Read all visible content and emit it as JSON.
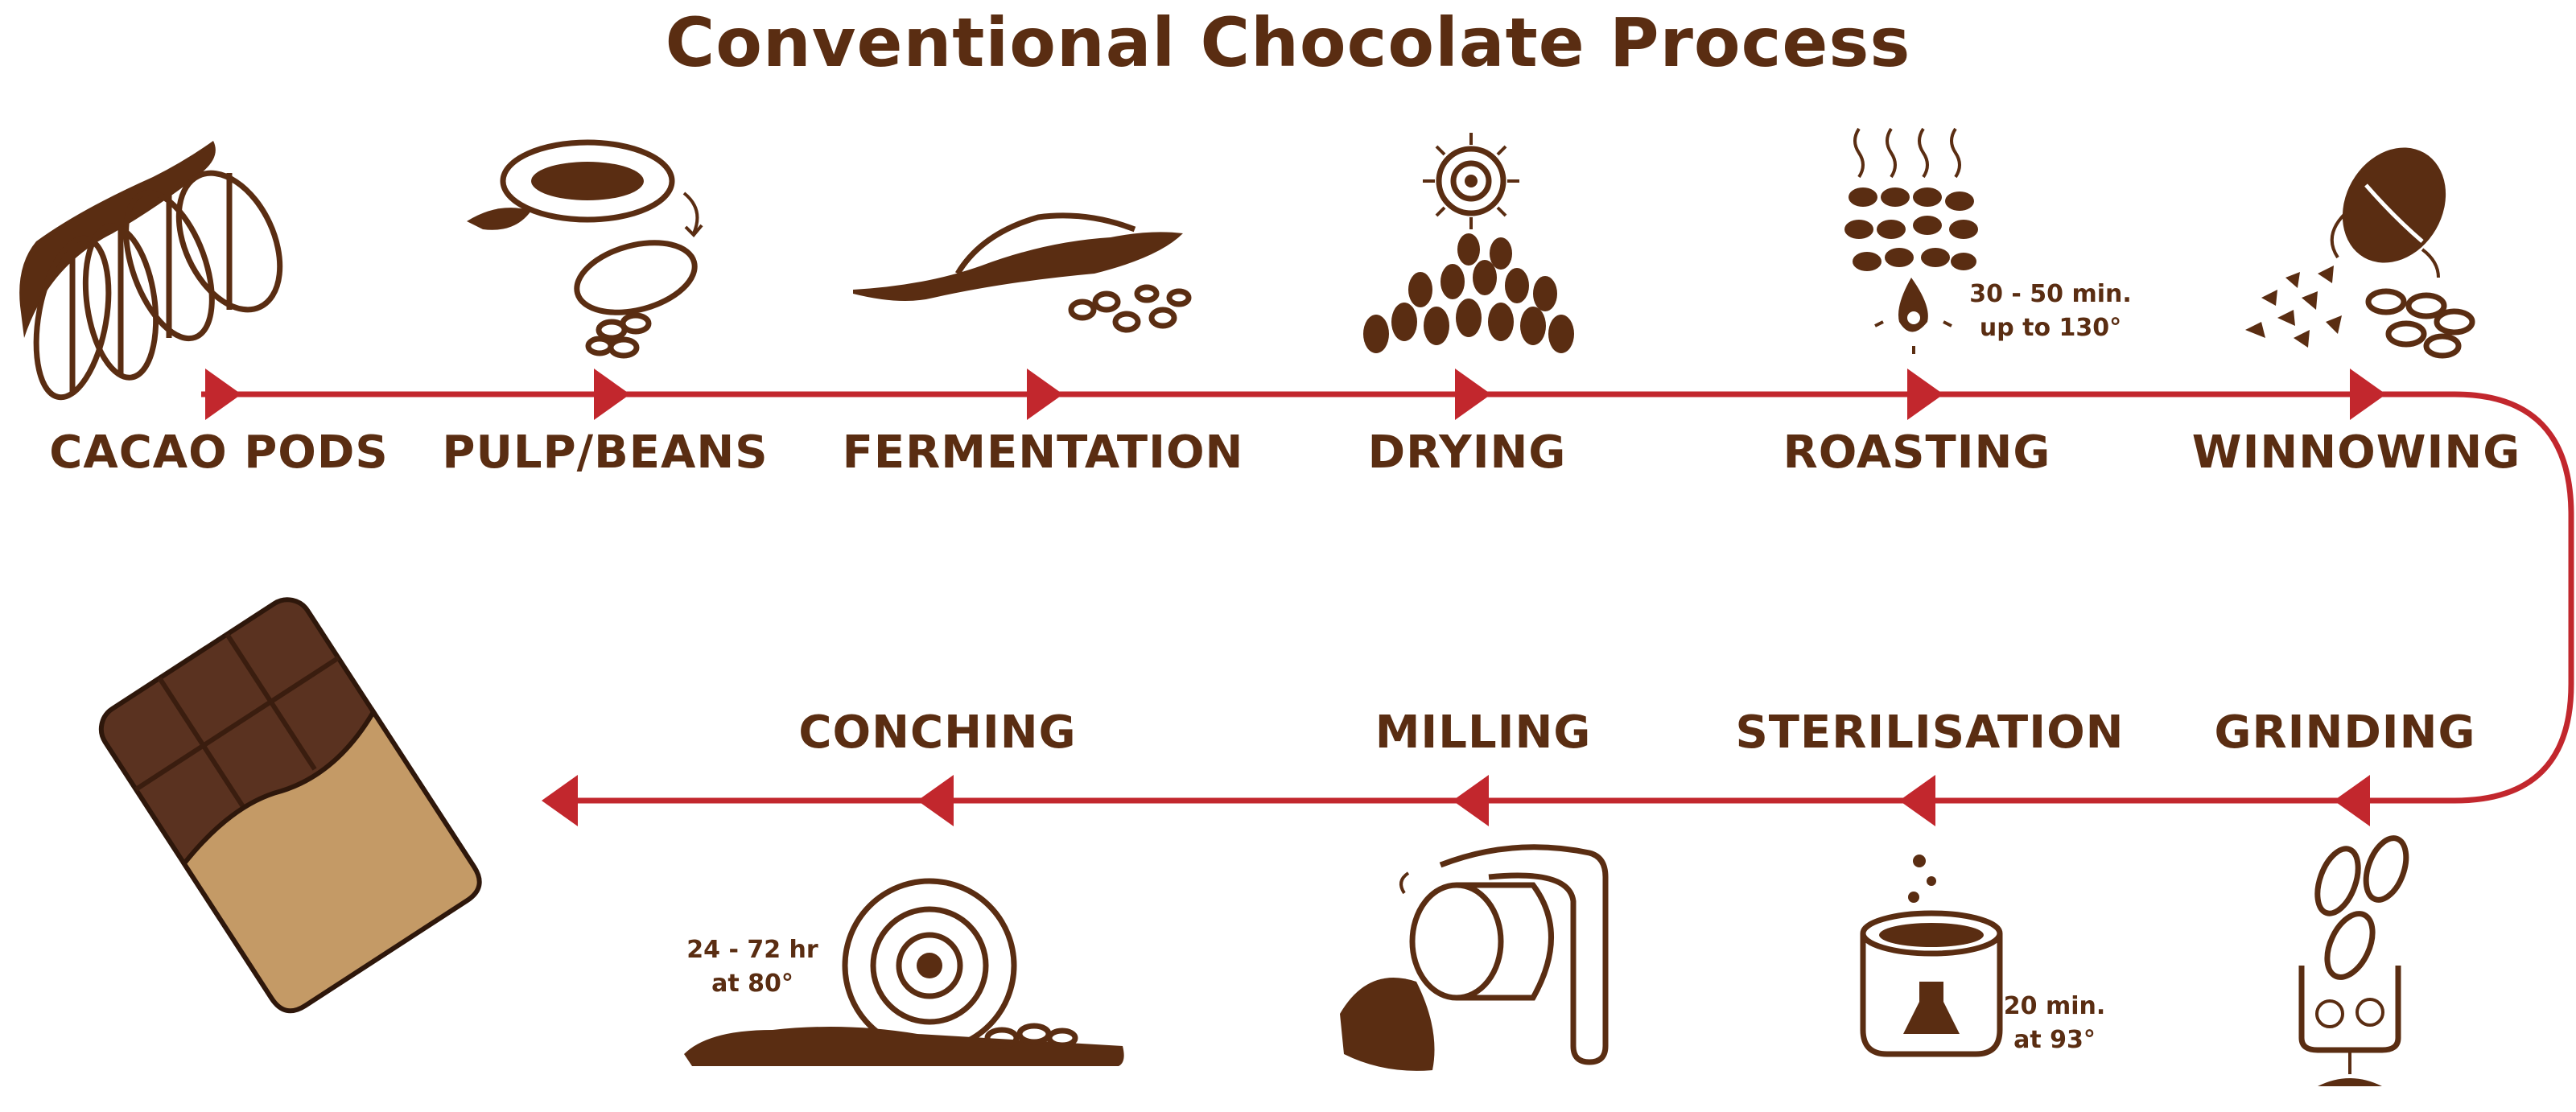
{
  "title": "Conventional Chocolate Process",
  "colors": {
    "brown": "#5a2d12",
    "arrow_red": "#c2272d",
    "chocolate_dark": "#5a3220",
    "chocolate_light": "#c49a66"
  },
  "top_row": [
    {
      "label": "CACAO PODS",
      "icon": "cacao-pods-icon"
    },
    {
      "label": "PULP/BEANS",
      "icon": "pulp-beans-icon"
    },
    {
      "label": "FERMENTATION",
      "icon": "fermentation-icon"
    },
    {
      "label": "DRYING",
      "icon": "drying-sun-icon"
    },
    {
      "label": "ROASTING",
      "icon": "roasting-icon",
      "note": [
        "30 - 50 min.",
        "up to 130°"
      ]
    },
    {
      "label": "WINNOWING",
      "icon": "winnowing-icon"
    }
  ],
  "bottom_row": [
    {
      "label": "GRINDING",
      "icon": "grinding-icon"
    },
    {
      "label": "STERILISATION",
      "icon": "sterilisation-pot-icon",
      "note": [
        "20 min.",
        "at 93°"
      ]
    },
    {
      "label": "MILLING",
      "icon": "milling-roller-icon"
    },
    {
      "label": "CONCHING",
      "icon": "conching-wheel-icon",
      "note": [
        "24 - 72 hr",
        "at 80°"
      ]
    }
  ],
  "final_product": {
    "icon": "chocolate-bar-icon"
  }
}
